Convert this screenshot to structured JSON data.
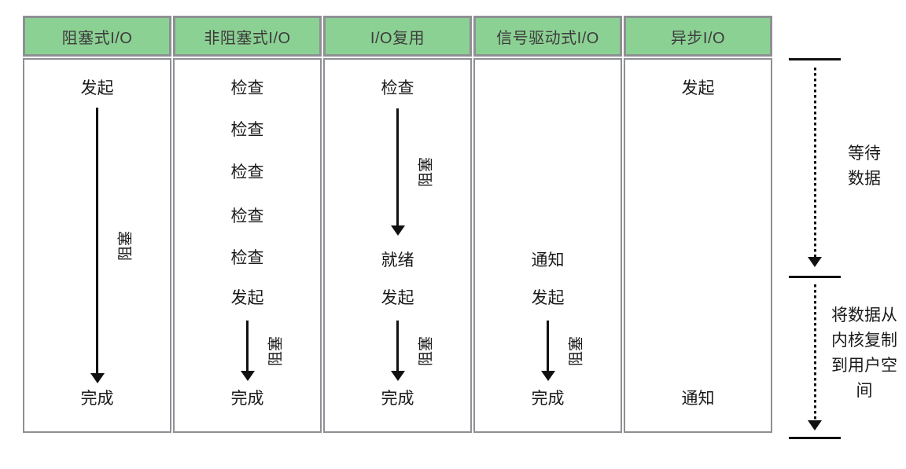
{
  "colors": {
    "header_bg": "#8cd194",
    "header_text": "#3c3c3c",
    "border": "#8e9094",
    "text": "#1a1a1a",
    "arrow": "#111111"
  },
  "columns": [
    {
      "title": "阻塞式I/O",
      "labels": {
        "start": "发起",
        "blocking": "阻塞",
        "done": "完成"
      }
    },
    {
      "title": "非阻塞式I/O",
      "labels": {
        "check": "检查",
        "start": "发起",
        "blocking": "阻塞",
        "done": "完成"
      }
    },
    {
      "title": "I/O复用",
      "labels": {
        "check": "检查",
        "blocking_wait": "阻塞",
        "ready": "就绪",
        "start": "发起",
        "blocking": "阻塞",
        "done": "完成"
      }
    },
    {
      "title": "信号驱动式I/O",
      "labels": {
        "notify": "通知",
        "start": "发起",
        "blocking": "阻塞",
        "done": "完成"
      }
    },
    {
      "title": "异步I/O",
      "labels": {
        "start": "发起",
        "notify": "通知"
      }
    }
  ],
  "legend": {
    "wait_phase": "等待数据",
    "copy_phase": "将数据从内核复制到用户空间"
  }
}
